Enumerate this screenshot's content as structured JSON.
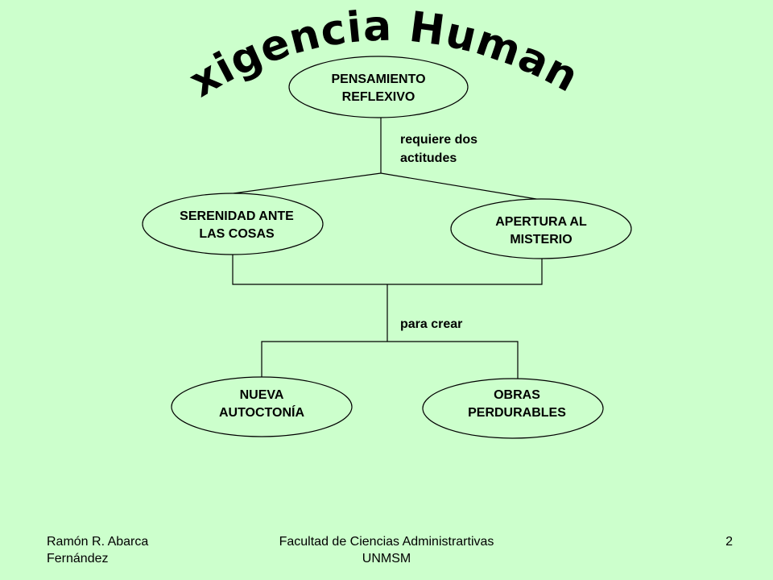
{
  "title": "Exigencia Humana",
  "nodes": {
    "root": {
      "lines": [
        "PENSAMIENTO",
        "REFLEXIVO"
      ]
    },
    "left": {
      "lines": [
        "SERENIDAD ANTE",
        "LAS COSAS"
      ]
    },
    "right": {
      "lines": [
        "APERTURA AL",
        "MISTERIO"
      ]
    },
    "bottom_left": {
      "lines": [
        "NUEVA",
        "AUTOCTONÍA"
      ]
    },
    "bottom_right": {
      "lines": [
        "OBRAS",
        "PERDURABLES"
      ]
    }
  },
  "edges": {
    "requires": {
      "lines": [
        "requiere dos",
        "actitudes"
      ]
    },
    "creates": {
      "lines": [
        "para crear"
      ]
    }
  },
  "footer": {
    "left": "Ramón R. Abarca Fernández",
    "center": "Facultad de Ciencias Administrartivas UNMSM",
    "page": "2"
  }
}
